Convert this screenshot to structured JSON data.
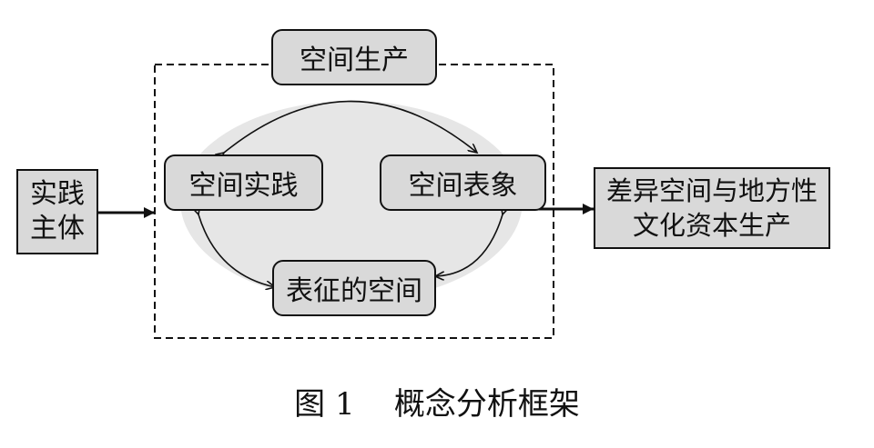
{
  "diagram": {
    "title_box": "空间生产",
    "left_box": "实践\n主体",
    "right_box": "差异空间与地方性\n文化资本生产",
    "node_practice": "空间实践",
    "node_representation": "空间表象",
    "node_representational": "表征的空间"
  },
  "caption": {
    "label": "图 1",
    "text": "概念分析框架"
  }
}
